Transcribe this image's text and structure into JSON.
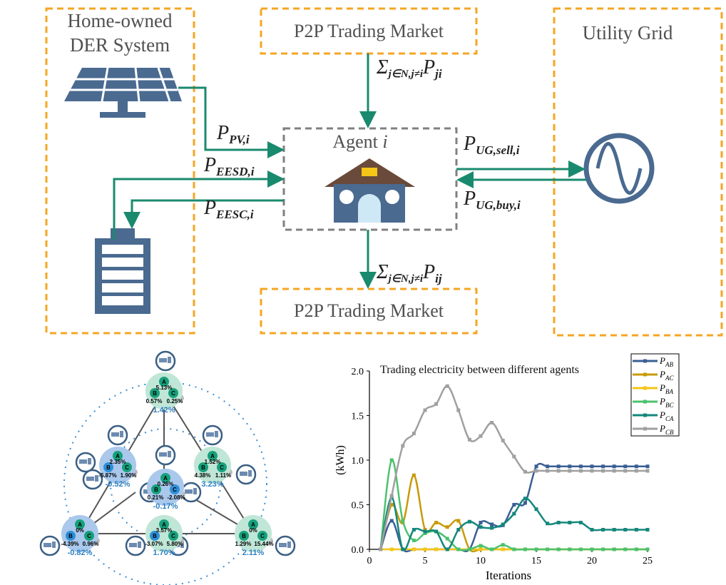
{
  "colors": {
    "box_border": "#f5a623",
    "agent_border": "#808080",
    "arrow": "#1a8a6e",
    "icon": "#4a6a90",
    "node_green": "#17a07c",
    "node_blue": "#2e8fd8",
    "bubble_green": "#bfe6d6",
    "bubble_blue": "#a9c8ec",
    "pct_blue": "#2e7fc0"
  },
  "top": {
    "der_title_1": "Home-owned",
    "der_title_2": "DER System",
    "market_top": "P2P Trading Market",
    "market_bottom": "P2P Trading Market",
    "utility": "Utility Grid",
    "agent_label": "Agent ",
    "agent_i": "i",
    "flows": {
      "pv": {
        "p": "P",
        "sub": "PV,i"
      },
      "eesd": {
        "p": "P",
        "sub": "EESD,i"
      },
      "eesc": {
        "p": "P",
        "sub": "EESC,i"
      },
      "sell": {
        "p": "P",
        "sub": "UG,sell,i"
      },
      "buy": {
        "p": "P",
        "sub": "UG,buy,i"
      },
      "in": {
        "sigma": "Σ",
        "sub": "j∈N,j≠i",
        "p": "P",
        "psub": "ji"
      },
      "out": {
        "sigma": "Σ",
        "sub": "j∈N,j≠i",
        "p": "P",
        "psub": "ij"
      }
    },
    "icons": [
      "solar-panel-icon",
      "house-icon",
      "battery-icon",
      "ac-source-icon"
    ]
  },
  "clusters": [
    {
      "a": "5.13%",
      "b": "0.57%",
      "c": "0.25%",
      "total": "1.42%",
      "bubble": "green",
      "b_node": "green",
      "c_node": "green"
    },
    {
      "a": "2.35%",
      "b": "-5.87%",
      "c": "1.90%",
      "total": "-0.52%",
      "bubble": "blue",
      "b_node": "blue",
      "c_node": "green"
    },
    {
      "a": "0.26%",
      "b": "0.21%",
      "c": "-2.08%",
      "total": "-0.17%",
      "bubble": "blue",
      "b_node": "green",
      "c_node": "blue"
    },
    {
      "a": "1.52%",
      "b": "4.38%",
      "c": "1.11%",
      "total": "3.23%",
      "bubble": "green",
      "b_node": "green",
      "c_node": "green"
    },
    {
      "a": "0%",
      "b": "-4.39%",
      "c": "0.96%",
      "total": "-0.82%",
      "bubble": "blue",
      "b_node": "blue",
      "c_node": "green"
    },
    {
      "a": "3.57%",
      "b": "-3.07%",
      "c": "5.80%",
      "total": "1.70%",
      "bubble": "green",
      "b_node": "blue",
      "c_node": "green"
    },
    {
      "a": "0%",
      "b": "1.29%",
      "c": "15.44%",
      "total": "2.11%",
      "bubble": "green",
      "b_node": "green",
      "c_node": "green"
    }
  ],
  "node_labels": {
    "a": "A",
    "b": "B",
    "c": "C"
  },
  "chart_data": {
    "type": "line",
    "title": "Trading electricity between different agents",
    "xlabel": "Iterations",
    "ylabel": "(kWh)",
    "xlim": [
      0,
      25
    ],
    "ylim": [
      0,
      2.0
    ],
    "xticks": [
      "0",
      "5",
      "10",
      "15",
      "20",
      "25"
    ],
    "yticks": [
      "0.0",
      "0.5",
      "1.0",
      "1.5",
      "2.0"
    ],
    "legend_position": "top-right",
    "x": [
      1,
      2,
      3,
      4,
      5,
      6,
      7,
      8,
      9,
      10,
      11,
      12,
      13,
      14,
      15,
      16,
      17,
      18,
      19,
      20,
      21,
      22,
      23,
      24,
      25
    ],
    "series": [
      {
        "name": "P",
        "sub": "AB",
        "color": "#3a5f94",
        "marker": "square",
        "values": [
          0,
          0.32,
          0,
          0,
          0,
          0,
          0,
          0,
          0,
          0.3,
          0.28,
          0.27,
          0.5,
          0.52,
          0.93,
          0.93,
          0.93,
          0.93,
          0.93,
          0.93,
          0.93,
          0.93,
          0.93,
          0.93,
          0.93
        ]
      },
      {
        "name": "P",
        "sub": "AC",
        "color": "#c89a0a",
        "marker": "star",
        "values": [
          0,
          0.5,
          0.3,
          0.83,
          0.22,
          0.3,
          0.25,
          0.32,
          0,
          0,
          0,
          0,
          0,
          0,
          0,
          0,
          0,
          0,
          0,
          0,
          0,
          0,
          0,
          0,
          0
        ]
      },
      {
        "name": "P",
        "sub": "BA",
        "color": "#f5c518",
        "marker": "triangle",
        "values": [
          0,
          0,
          0,
          0,
          0,
          0,
          0,
          0,
          0,
          0,
          0,
          0,
          0,
          0,
          0,
          0,
          0,
          0,
          0,
          0,
          0,
          0,
          0,
          0,
          0
        ]
      },
      {
        "name": "P",
        "sub": "BC",
        "color": "#4cc26e",
        "marker": "triangle-down",
        "values": [
          0,
          1.0,
          0.32,
          0.1,
          0.18,
          0.2,
          0.12,
          0,
          0,
          0.04,
          0,
          0.05,
          0,
          0,
          0,
          0,
          0,
          0,
          0,
          0,
          0,
          0,
          0,
          0,
          0
        ]
      },
      {
        "name": "P",
        "sub": "CA",
        "color": "#15877c",
        "marker": "diamond",
        "values": [
          0,
          0.58,
          0,
          0.22,
          0.2,
          0.2,
          0,
          0.22,
          0.31,
          0.25,
          0.24,
          0.28,
          0.4,
          0.57,
          0.45,
          0.29,
          0.3,
          0.3,
          0.3,
          0.22,
          0.22,
          0.22,
          0.22,
          0.22,
          0.22
        ]
      },
      {
        "name": "P",
        "sub": "CB",
        "color": "#a0a0a0",
        "marker": "star",
        "values": [
          0,
          0.6,
          1.16,
          1.3,
          1.56,
          1.63,
          1.83,
          1.56,
          1.23,
          1.27,
          1.42,
          1.22,
          1.04,
          0.87,
          0.88,
          0.88,
          0.88,
          0.88,
          0.88,
          0.88,
          0.88,
          0.88,
          0.88,
          0.88,
          0.88
        ]
      }
    ]
  }
}
